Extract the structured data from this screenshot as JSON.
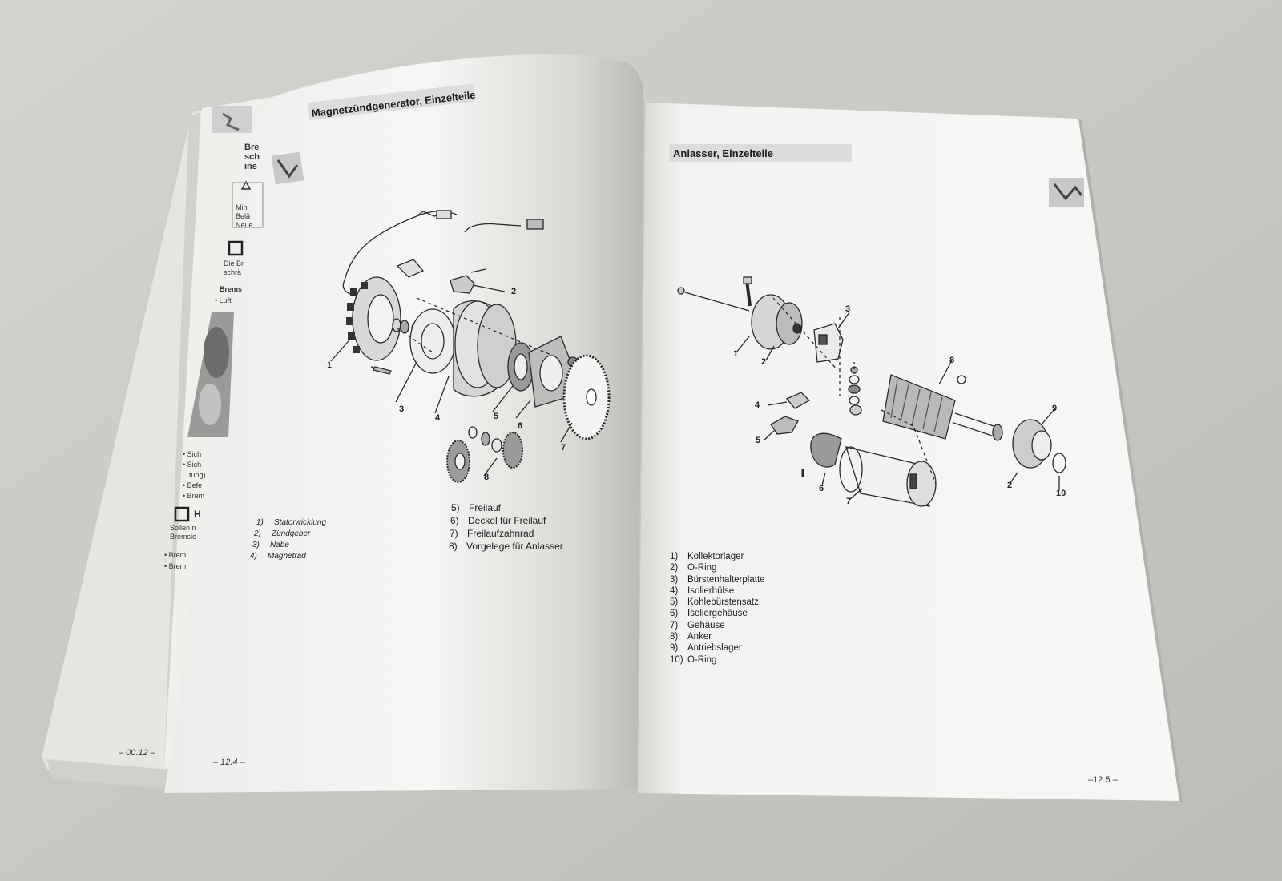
{
  "left_book": {
    "header_fragment": [
      "Bre",
      "sch",
      "ins"
    ],
    "warning_lines": [
      "Mini",
      "Belä",
      "Neue"
    ],
    "note_lines": [
      "Die Br",
      "schrä"
    ],
    "section_label": "Brems",
    "bullet_1": "Luft",
    "bullets_lower": [
      "Sich",
      "Sich",
      "tung)",
      "Befe",
      "Brem"
    ],
    "subhead_fragment": "H",
    "subtext": [
      "Sollen n",
      "Bremsle"
    ],
    "bullets_bottom": [
      "Brem",
      "Brem"
    ],
    "page_number": "– 00.12 –"
  },
  "left_page": {
    "title": "Magnetzündgenerator, Einzelteile",
    "page_number": "– 12.4 –",
    "callouts": [
      "1",
      "2",
      "3",
      "4",
      "5",
      "6",
      "7",
      "8"
    ],
    "legend_a": [
      {
        "num": "1)",
        "label": "Statorwicklung"
      },
      {
        "num": "2)",
        "label": "Zündgeber"
      },
      {
        "num": "3)",
        "label": "Nabe"
      },
      {
        "num": "4)",
        "label": "Magnetrad"
      }
    ],
    "legend_b": [
      {
        "num": "5)",
        "label": "Freilauf"
      },
      {
        "num": "6)",
        "label": "Deckel für Freilauf"
      },
      {
        "num": "7)",
        "label": "Freilaufzahnrad"
      },
      {
        "num": "8)",
        "label": "Vorgelege für Anlasser"
      }
    ]
  },
  "right_page": {
    "title": "Anlasser, Einzelteile",
    "page_number": "–12.5 –",
    "callouts": [
      "1",
      "2",
      "3",
      "4",
      "5",
      "6",
      "7",
      "8",
      "9",
      "2",
      "10"
    ],
    "legend": [
      {
        "num": "1)",
        "label": "Kollektorlager"
      },
      {
        "num": "2)",
        "label": "O-Ring"
      },
      {
        "num": "3)",
        "label": "Bürstenhalterplatte"
      },
      {
        "num": "4)",
        "label": "Isolierhülse"
      },
      {
        "num": "5)",
        "label": "Kohlebürstensatz"
      },
      {
        "num": "6)",
        "label": "Isoliergehäuse"
      },
      {
        "num": "7)",
        "label": "Gehäuse"
      },
      {
        "num": "8)",
        "label": "Anker"
      },
      {
        "num": "9)",
        "label": "Antriebslager"
      },
      {
        "num": "10)",
        "label": "O-Ring"
      }
    ]
  }
}
